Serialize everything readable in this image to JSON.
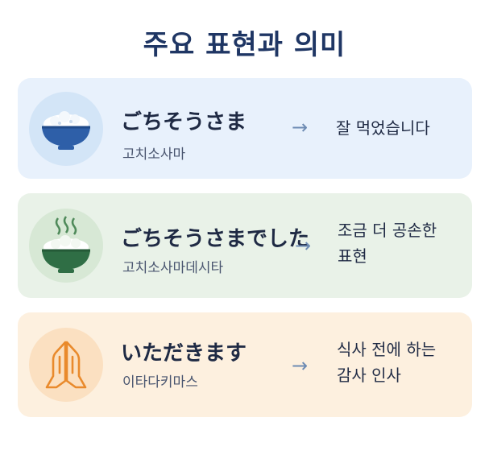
{
  "title": "주요 표현과 의미",
  "colors": {
    "title": "#1f3664",
    "card_blue": "#e8f1fc",
    "card_green": "#e9f2e8",
    "card_orange": "#fdf0df",
    "arrow": "#6d8bb3"
  },
  "cards": [
    {
      "icon": "rice-bowl-icon",
      "japanese": "ごちそうさま",
      "korean_reading": "고치소사마",
      "arrow": "→",
      "meaning_lines": [
        "잘 먹었습니다"
      ]
    },
    {
      "icon": "steaming-rice-bowl-icon",
      "japanese": "ごちそうさまでした",
      "korean_reading": "고치소사마데시타",
      "arrow": "→",
      "meaning_lines": [
        "조금 더 공손한",
        "표현"
      ]
    },
    {
      "icon": "praying-hands-icon",
      "japanese": "いただきます",
      "korean_reading": "이타다키마스",
      "arrow": "→",
      "meaning_lines": [
        "식사 전에 하는",
        "감사 인사"
      ]
    }
  ]
}
